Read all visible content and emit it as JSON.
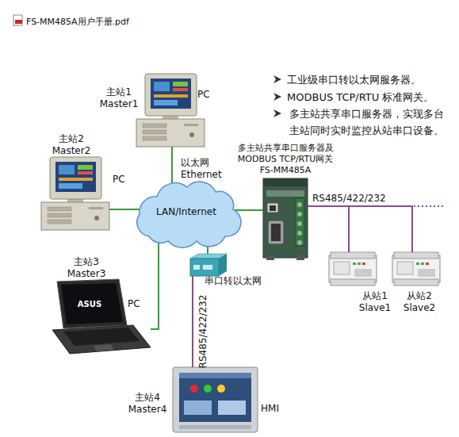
{
  "diagram": {
    "nodes": [
      {
        "text": [
          "主站1 Master1",
          "PC"
        ]
      },
      {
        "text": [
          "主站2 Master2",
          "PC"
        ]
      },
      {
        "text": [
          "LAN/Internet"
        ]
      },
      {
        "text": [
          "多主站共享串口服务器及 MODBUS TCP/RTU网关 FS-MM485A"
        ]
      },
      {
        "text": [
          "从站1 Slave1"
        ]
      },
      {
        "text": [
          "从站2 Slave2"
        ]
      },
      {
        "text": [
          "串口转以太网"
        ]
      },
      {
        "text": [
          "主站3 Master3",
          "PC"
        ]
      },
      {
        "text": [
          "主站4 Master4",
          "HMI"
        ]
      }
    ],
    "edges": [
      {
        "from": 0,
        "to": 2,
        "label": "以太网 Ethernet",
        "arrow": "none"
      },
      {
        "from": 1,
        "to": 2,
        "arrow": "none"
      },
      {
        "from": 7,
        "to": 2,
        "arrow": "none"
      },
      {
        "from": 2,
        "to": 3,
        "arrow": "none"
      },
      {
        "from": 2,
        "to": 6,
        "arrow": "none"
      },
      {
        "from": 6,
        "to": 8,
        "label": "RS485/422/232",
        "arrow": "none"
      },
      {
        "from": 3,
        "to": 4,
        "label": "RS485/422/232",
        "arrow": "none"
      },
      {
        "from": 3,
        "to": 5,
        "arrow": "none"
      }
    ],
    "labels": [
      "FS-MM485A用户手册.pdf",
      "工业级串口转以太网服务器。",
      "MODBUS TCP/RTU 标准网关。",
      "多主站共享串口服务器，实现多台主站同时实时监控从站串口设备。",
      "ASUS"
    ]
  }
}
